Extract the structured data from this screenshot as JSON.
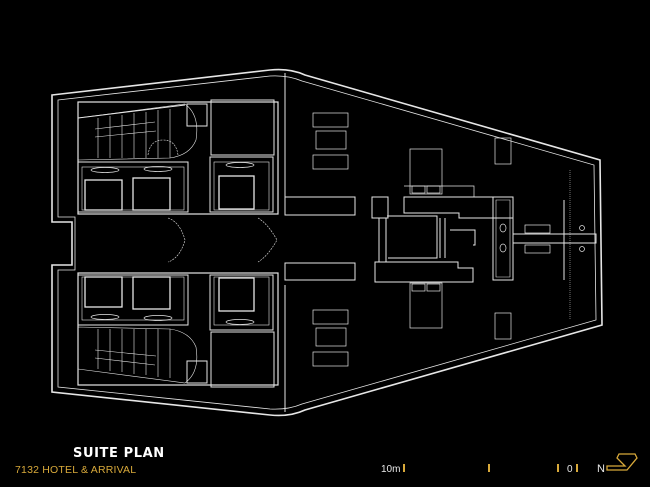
{
  "title": "SUITE PLAN",
  "subtitle": "7132 HOTEL & ARRIVAL",
  "scale_bar": {
    "start_label": "10m",
    "end_label": "0",
    "tick_color": "#d8a93a"
  },
  "north": {
    "label": "N",
    "arrow_color": "#d8a93a"
  },
  "colors": {
    "background": "#000000",
    "linework": "#e6e6e6",
    "accent": "#d8a93a"
  },
  "plan_elements": {
    "stairs": 2,
    "elevators": 6,
    "beds": 2,
    "sofas": 6,
    "bathroom_fixtures": [
      "toilet",
      "toilet",
      "sink",
      "sink"
    ]
  }
}
